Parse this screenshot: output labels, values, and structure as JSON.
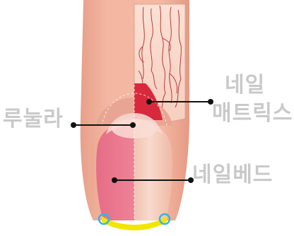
{
  "labels": {
    "lunula": "루눌라",
    "nail_matrix_line1": "네일",
    "nail_matrix_line2": "매트릭스",
    "nail_bed": "네일베드"
  },
  "colors": {
    "skin": "#f2b39c",
    "skin_shadow": "#e89a84",
    "matrix": "#d8293c",
    "nail_bed_pink": "#e65f7f",
    "lunula": "#f7d7cf",
    "free_edge": "#f2e600",
    "marker_circle": "#33b4e6",
    "pointer": "#111111",
    "label_text": "#c9c9c9"
  }
}
